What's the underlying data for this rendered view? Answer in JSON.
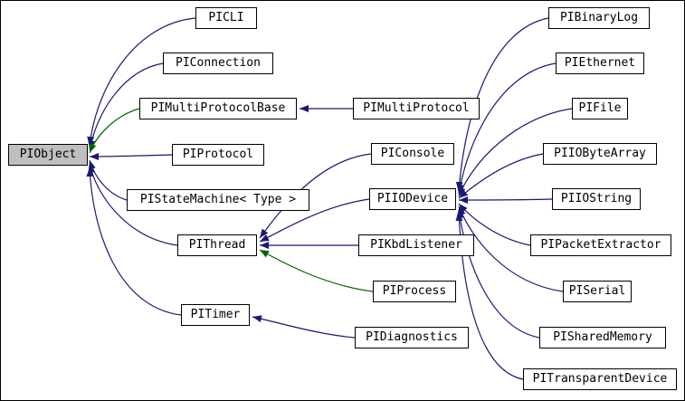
{
  "diagram": {
    "type": "inheritance-graph",
    "colors": {
      "edge_public": "#191970",
      "edge_protected": "#006400",
      "selected_node_fill": "#bfbfbf",
      "node_border": "#000000",
      "background": "#ffffff"
    },
    "nodes": {
      "PIObject": {
        "label": "PIObject",
        "selected": true
      },
      "PICLI": {
        "label": "PICLI"
      },
      "PIConnection": {
        "label": "PIConnection"
      },
      "PIMultiProtocolBase": {
        "label": "PIMultiProtocolBase"
      },
      "PIMultiProtocol": {
        "label": "PIMultiProtocol"
      },
      "PIProtocol": {
        "label": "PIProtocol"
      },
      "PIStateMachine": {
        "label": "PIStateMachine< Type >"
      },
      "PIConsole": {
        "label": "PIConsole"
      },
      "PIIODevice": {
        "label": "PIIODevice"
      },
      "PIThread": {
        "label": "PIThread"
      },
      "PIKbdListener": {
        "label": "PIKbdListener"
      },
      "PIProcess": {
        "label": "PIProcess"
      },
      "PITimer": {
        "label": "PITimer"
      },
      "PIDiagnostics": {
        "label": "PIDiagnostics"
      },
      "PIBinaryLog": {
        "label": "PIBinaryLog"
      },
      "PIEthernet": {
        "label": "PIEthernet"
      },
      "PIFile": {
        "label": "PIFile"
      },
      "PIIOByteArray": {
        "label": "PIIOByteArray"
      },
      "PIIOString": {
        "label": "PIIOString"
      },
      "PIPacketExtractor": {
        "label": "PIPacketExtractor"
      },
      "PISerial": {
        "label": "PISerial"
      },
      "PISharedMemory": {
        "label": "PISharedMemory"
      },
      "PITransparentDevice": {
        "label": "PITransparentDevice"
      }
    },
    "edges": [
      {
        "from": "PICLI",
        "to": "PIObject",
        "style": "public"
      },
      {
        "from": "PIConnection",
        "to": "PIObject",
        "style": "public"
      },
      {
        "from": "PIMultiProtocolBase",
        "to": "PIObject",
        "style": "protected"
      },
      {
        "from": "PIProtocol",
        "to": "PIObject",
        "style": "public"
      },
      {
        "from": "PIStateMachine",
        "to": "PIObject",
        "style": "public"
      },
      {
        "from": "PIThread",
        "to": "PIObject",
        "style": "public"
      },
      {
        "from": "PITimer",
        "to": "PIObject",
        "style": "public"
      },
      {
        "from": "PIMultiProtocol",
        "to": "PIMultiProtocolBase",
        "style": "public"
      },
      {
        "from": "PIConsole",
        "to": "PIThread",
        "style": "public"
      },
      {
        "from": "PIIODevice",
        "to": "PIThread",
        "style": "public"
      },
      {
        "from": "PIKbdListener",
        "to": "PIThread",
        "style": "public"
      },
      {
        "from": "PIProcess",
        "to": "PIThread",
        "style": "protected"
      },
      {
        "from": "PIDiagnostics",
        "to": "PITimer",
        "style": "public"
      },
      {
        "from": "PIBinaryLog",
        "to": "PIIODevice",
        "style": "public"
      },
      {
        "from": "PIEthernet",
        "to": "PIIODevice",
        "style": "public"
      },
      {
        "from": "PIFile",
        "to": "PIIODevice",
        "style": "public"
      },
      {
        "from": "PIIOByteArray",
        "to": "PIIODevice",
        "style": "public"
      },
      {
        "from": "PIIOString",
        "to": "PIIODevice",
        "style": "public"
      },
      {
        "from": "PIPacketExtractor",
        "to": "PIIODevice",
        "style": "public"
      },
      {
        "from": "PISerial",
        "to": "PIIODevice",
        "style": "public"
      },
      {
        "from": "PISharedMemory",
        "to": "PIIODevice",
        "style": "public"
      },
      {
        "from": "PITransparentDevice",
        "to": "PIIODevice",
        "style": "public"
      }
    ]
  }
}
